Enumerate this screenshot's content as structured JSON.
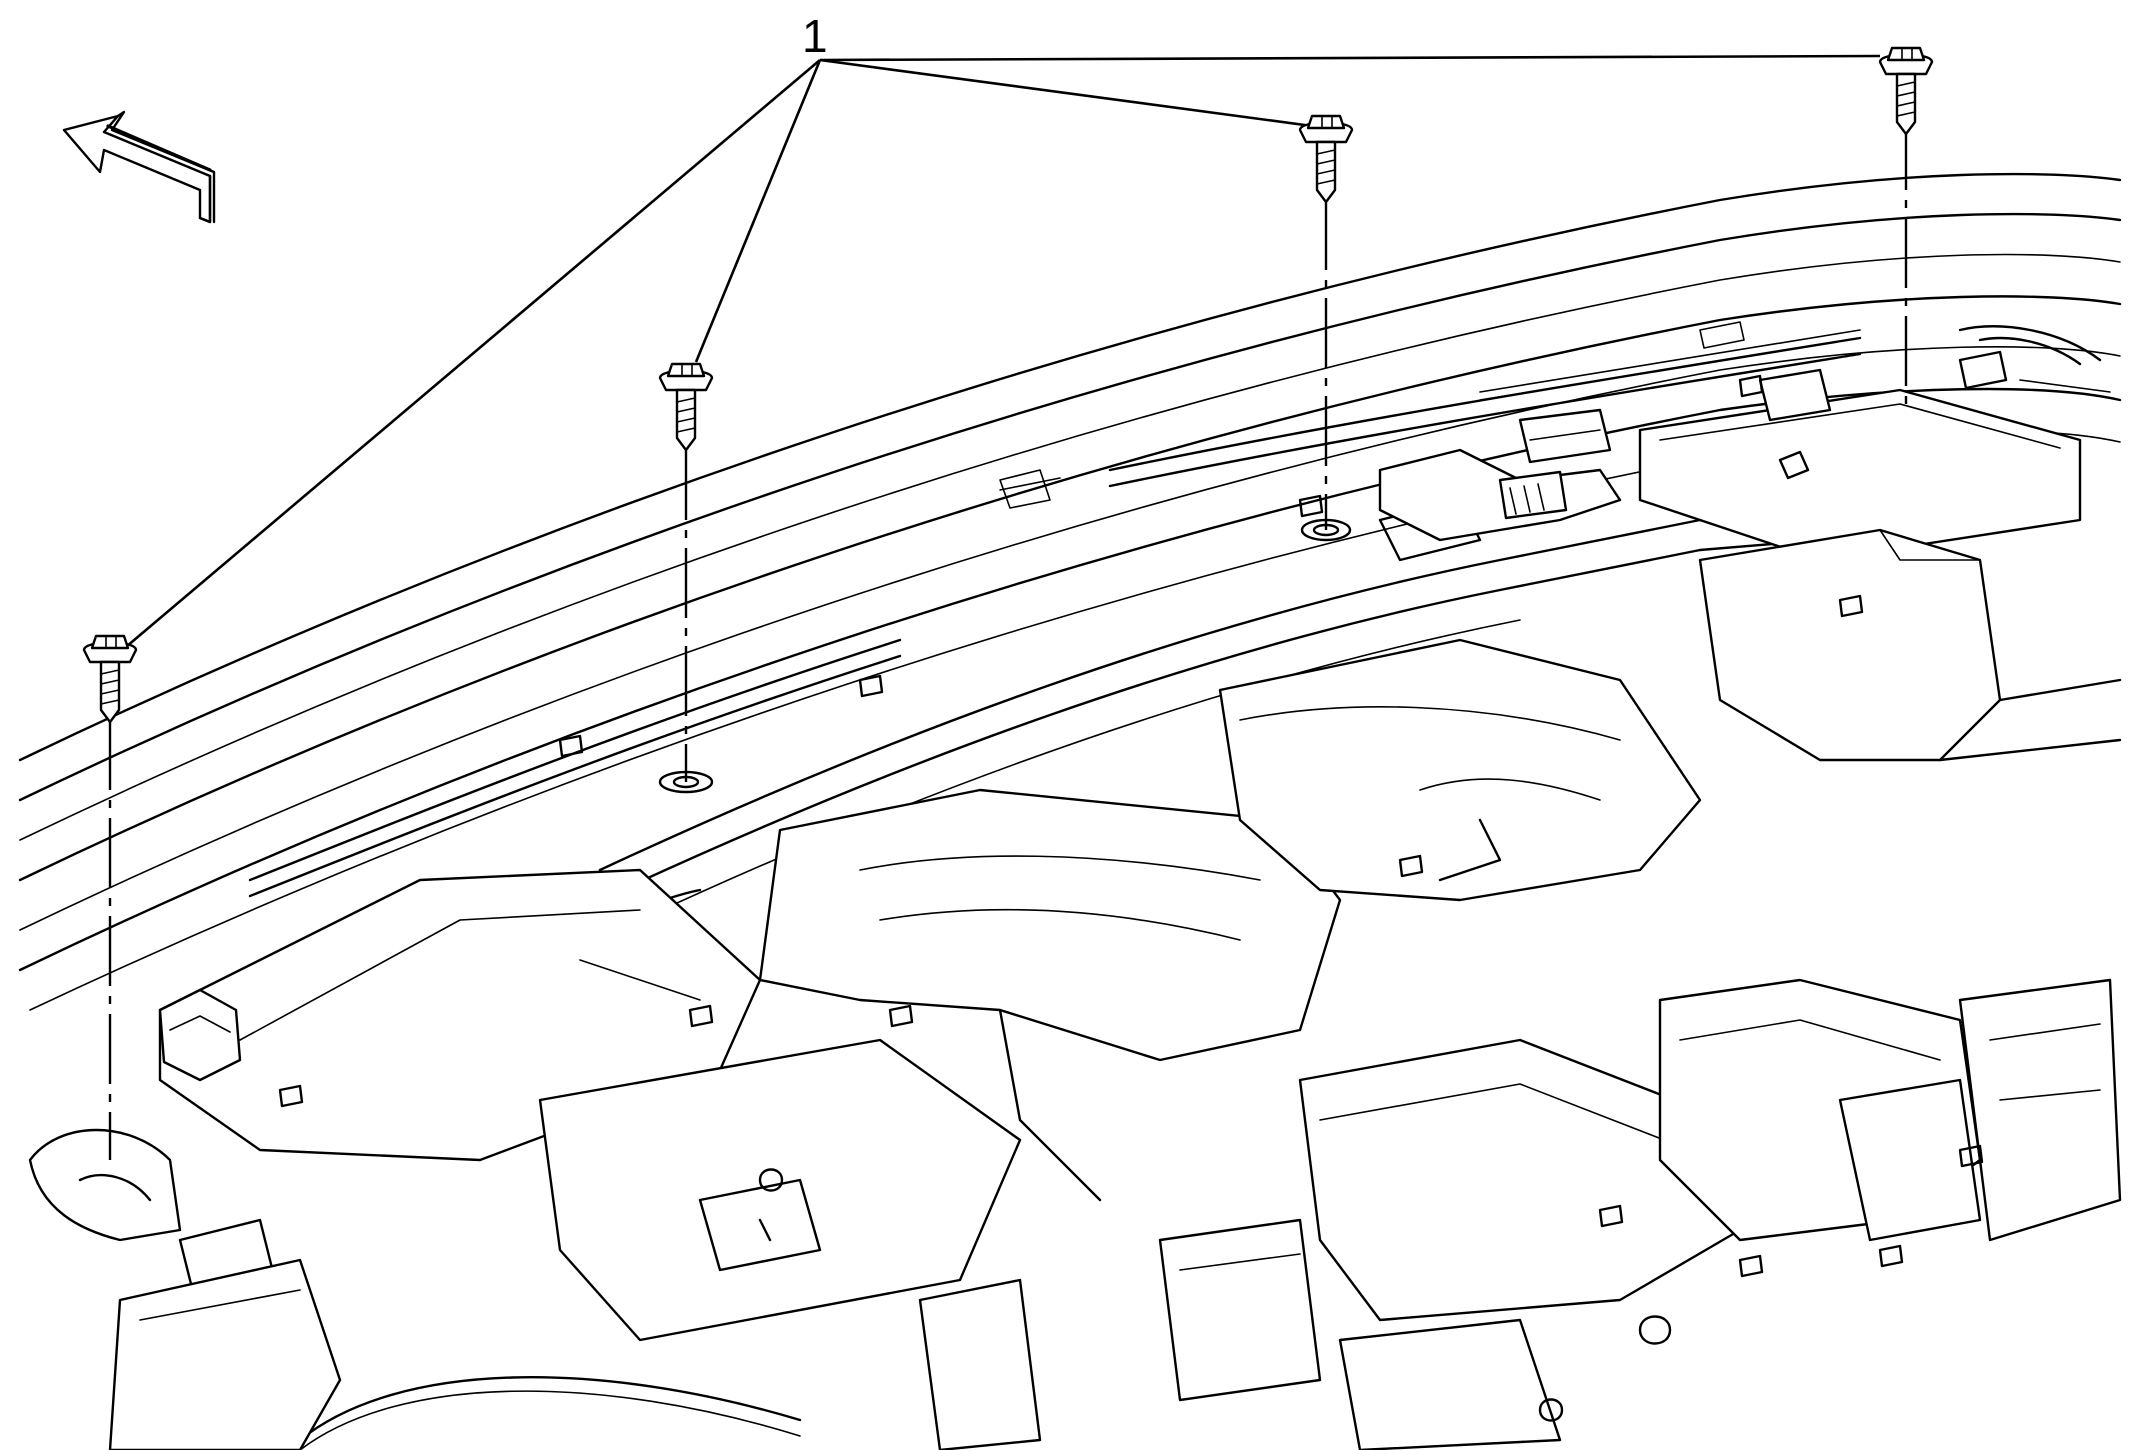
{
  "callout": {
    "label": "1"
  },
  "fasteners": [
    {
      "name": "bolt-left"
    },
    {
      "name": "bolt-center-left"
    },
    {
      "name": "bolt-center-right"
    },
    {
      "name": "bolt-right"
    }
  ],
  "direction_indicator": "arrow-front-icon",
  "colors": {
    "line": "#000000",
    "background": "#ffffff"
  }
}
